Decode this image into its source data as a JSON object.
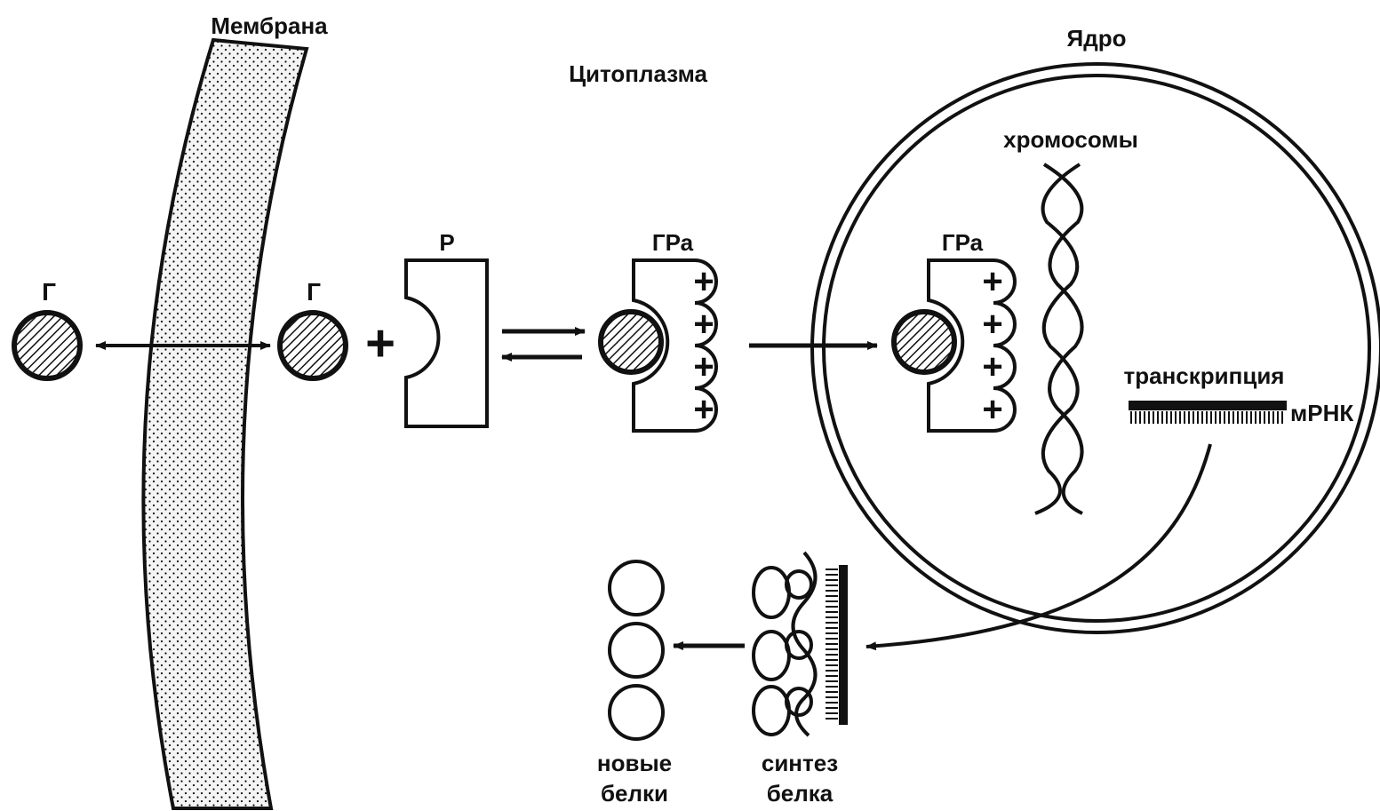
{
  "labels": {
    "membrane": "Мембрана",
    "cytoplasm": "Цитоплазма",
    "nucleus": "Ядро",
    "chromosomes": "хромосомы",
    "hormone_outside": "Г",
    "hormone_inside": "Г",
    "receptor": "Р",
    "complex_cytoplasm": "ГРа",
    "complex_nucleus": "ГРа",
    "transcription": "транскрипция",
    "mrna": "мРНК",
    "new_proteins_line1": "новые",
    "new_proteins_line2": "белки",
    "synthesis_line1": "синтез",
    "synthesis_line2": "белка"
  },
  "symbols": {
    "plus": "+",
    "charge": "+"
  },
  "colors": {
    "ink": "#111111",
    "background": "#ffffff",
    "membrane_fill": "#f4f4f4"
  }
}
